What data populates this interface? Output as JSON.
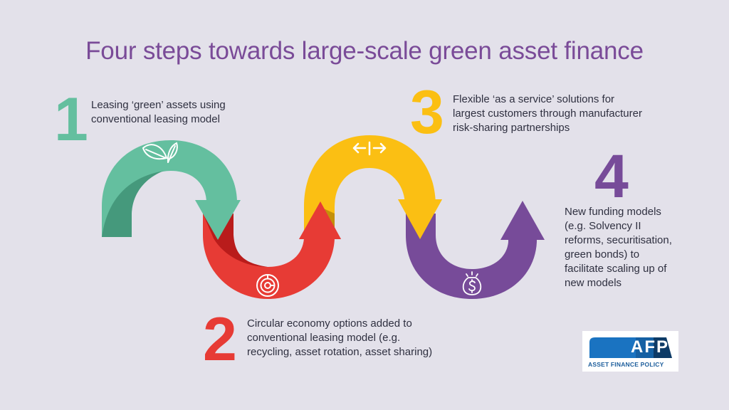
{
  "title": "Four steps towards large-scale green asset finance",
  "colors": {
    "background": "#e3e1ea",
    "title": "#7a4b98",
    "step1": "#64bf9f",
    "step1_shade": "#45997c",
    "step2": "#e73b35",
    "step2_shade": "#b91c1b",
    "step3": "#fbbf13",
    "step3_shade": "#c4900a",
    "step4": "#774b99",
    "text": "#2f3040"
  },
  "steps": [
    {
      "number": "1",
      "icon": "leaf-icon",
      "description_lines": [
        "Leasing ‘green’ assets using",
        "conventional leasing model"
      ]
    },
    {
      "number": "2",
      "icon": "maze-target-icon",
      "description_lines": [
        "Circular economy options added to",
        "conventional leasing model (e.g.",
        "recycling, asset rotation, asset sharing)"
      ]
    },
    {
      "number": "3",
      "icon": "expand-arrows-icon",
      "description_lines": [
        "Flexible ‘as a service’ solutions for",
        "largest customers through manufacturer",
        "risk-sharing partnerships"
      ]
    },
    {
      "number": "4",
      "icon": "money-bag-icon",
      "description_lines": [
        "New funding models",
        "(e.g. Solvency II",
        "reforms, securitisation,",
        "green bonds) to",
        "facilitate scaling up of",
        "new models"
      ]
    }
  ],
  "logo": {
    "letters": "AFP",
    "tagline": "ASSET   FINANCE   POLICY"
  }
}
